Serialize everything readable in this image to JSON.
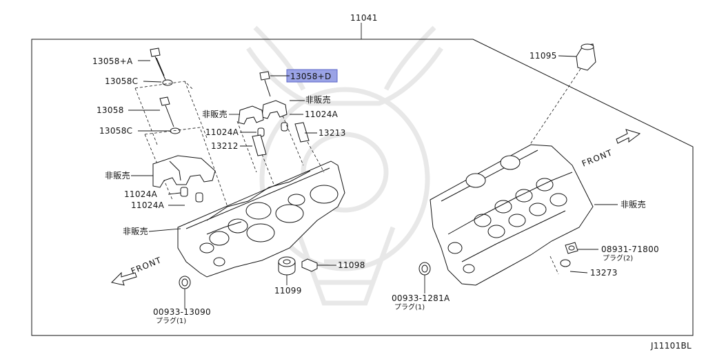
{
  "diagram_code": "J11101BL",
  "assembly_number": "11041",
  "front_label": "FRONT",
  "labels": {
    "bolt_a": "13058+A",
    "washer_c_top": "13058C",
    "bolt": "13058",
    "washer_c": "13058C",
    "not_for_sale_cap_left": "非販売",
    "seal_left_1": "11024A",
    "seal_left_2": "11024A",
    "not_for_sale_head_left": "非販売",
    "bolt_d": "13058+D",
    "not_for_sale_top": "非販売",
    "not_for_sale_mid": "非販売",
    "seal_mid_right": "11024A",
    "seal_mid_left": "11024A",
    "dowel_left": "13212",
    "dowel_right": "13213",
    "plug_left_number": "00933-13090",
    "plug_left_desc": "プラグ(1)",
    "washer_11099": "11099",
    "washer_11098": "11098",
    "cap_11095": "11095",
    "not_for_sale_head_right": "非販売",
    "plug_right_number": "08931-71800",
    "plug_right_desc": "プラグ(2)",
    "gasket_13273": "13273",
    "plug_mid_number": "00933-1281A",
    "plug_mid_desc": "プラグ(1)"
  },
  "highlight": {
    "label_key": "bolt_d",
    "color": "#9aa3e6"
  }
}
